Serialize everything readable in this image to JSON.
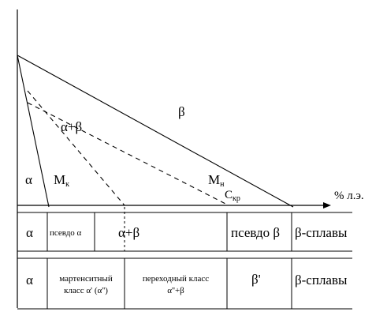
{
  "diagram": {
    "phase_beta": "β",
    "phase_alpha_beta": "α+β",
    "phase_alpha": "α",
    "mk_main": "М",
    "mk_sub": "к",
    "mn_main": "М",
    "mn_sub": "н",
    "ckr_main": "С",
    "ckr_sub": "кр",
    "axis_label": "% л.э."
  },
  "row1": {
    "alpha": "α",
    "pseudo_alpha": "псевдо α",
    "alpha_beta": "α+β",
    "pseudo_beta": "псевдо β",
    "beta_alloys": "β-сплавы"
  },
  "row2": {
    "alpha": "α",
    "martensitic_line1": "мартенситный",
    "martensitic_line2": "класс α' (α'')",
    "transitional_line1": "переходный класс",
    "transitional_line2": "α''+β",
    "beta_prime": "β'",
    "beta_alloys": "β-сплавы"
  }
}
